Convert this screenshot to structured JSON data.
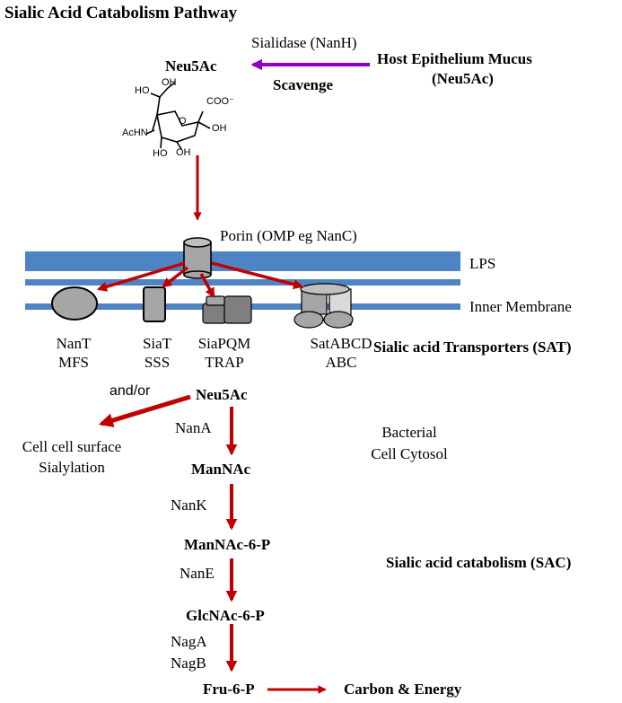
{
  "title": "Sialic Acid Catabolism Pathway",
  "host": {
    "enzyme": "Sialidase (NanH)",
    "source_line1": "Host Epithelium Mucus",
    "source_line2": "(Neu5Ac)",
    "action": "Scavenge"
  },
  "molecule": {
    "name": "Neu5Ac",
    "labels": {
      "ho_top_left": "HO",
      "oh_top": "OH",
      "coo": "COO⁻",
      "acnh": "AcHN",
      "ring_o": "O",
      "oh_right": "OH",
      "ho_bottom": "HO",
      "oh_bottom": "OH"
    }
  },
  "membrane": {
    "porin": "Porin (OMP eg NanC)",
    "lps": "LPS",
    "inner": "Inner Membrane"
  },
  "transporters": {
    "heading": "Sialic acid Transporters (SAT)",
    "items": [
      {
        "line1": "NanT",
        "line2": "MFS"
      },
      {
        "line1": "SiaT",
        "line2": "SSS"
      },
      {
        "line1": "SiaPQM",
        "line2": "TRAP"
      },
      {
        "line1": "SatABCD",
        "line2": "ABC"
      }
    ],
    "andor": "and/or"
  },
  "cytosol": {
    "line1": "Bacterial",
    "line2": "Cell Cytosol"
  },
  "surface": {
    "line1": "Cell cell surface",
    "line2": "Sialylation"
  },
  "pathway": {
    "heading": "Sialic acid catabolism (SAC)",
    "metabolites": [
      "Neu5Ac",
      "ManNAc",
      "ManNAc-6-P",
      "GlcNAc-6-P",
      "Fru-6-P"
    ],
    "enzymes": [
      "NanA",
      "NanK",
      "NanE",
      "NagA",
      "NagB"
    ],
    "product": "Carbon & Energy"
  },
  "colors": {
    "arrow_red": "#c00000",
    "arrow_purple": "#8e00c6",
    "membrane_blue": "#4f84c4",
    "shape_gray": "#a6a6a6",
    "shape_dark": "#7f7f7f"
  }
}
